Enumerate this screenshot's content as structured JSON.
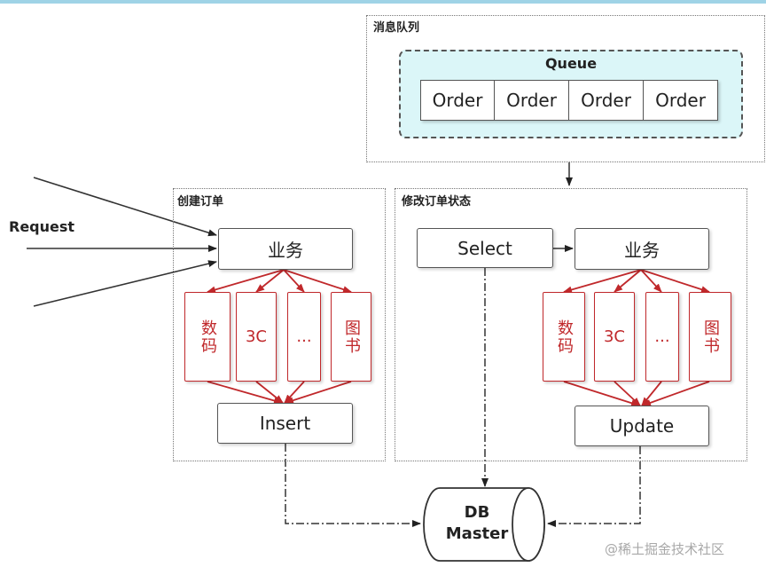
{
  "queue_group": {
    "title": "消息队列",
    "queue_title": "Queue",
    "orders": [
      "Order",
      "Order",
      "Order",
      "Order"
    ]
  },
  "create_group": {
    "title": "创建订单",
    "business": "业务",
    "categories": [
      "数码",
      "3C",
      "...",
      "图书"
    ],
    "insert": "Insert"
  },
  "modify_group": {
    "title": "修改订单状态",
    "select": "Select",
    "business": "业务",
    "categories": [
      "数码",
      "3C",
      "...",
      "图书"
    ],
    "update": "Update"
  },
  "request_label": "Request",
  "db": {
    "line1": "DB",
    "line2": "Master"
  },
  "watermark": "@稀土掘金技术社区",
  "colors": {
    "category_red": "#c0282b",
    "queue_fill": "#dbf6f8",
    "top_bar": "#9fd3e6"
  }
}
